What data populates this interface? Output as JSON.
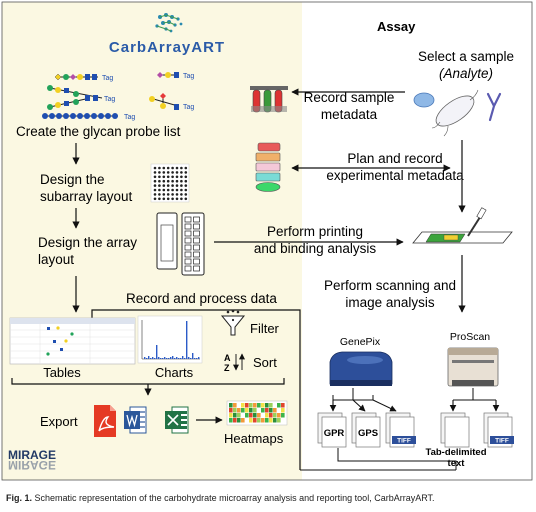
{
  "brand": {
    "name": "CarbArrayART"
  },
  "assay": {
    "header": "Assay"
  },
  "steps": {
    "select_sample_line1": "Select a sample",
    "select_sample_line2": "(Analyte)",
    "record_sample_line1": "Record sample",
    "record_sample_line2": "metadata",
    "plan_record_line1": "Plan and record",
    "plan_record_line2": "experimental metadata",
    "create_list": "Create the glycan probe list",
    "design_subarray_line1": "Design the",
    "design_subarray_line2": "subarray layout",
    "design_array_line1": "Design the array",
    "design_array_line2": "layout",
    "perform_printing_line1": "Perform printing",
    "perform_printing_line2": "and binding analysis",
    "perform_scanning_line1": "Perform scanning and",
    "perform_scanning_line2": "image analysis",
    "record_process": "Record and process data"
  },
  "outputs": {
    "tables": "Tables",
    "charts": "Charts",
    "filter": "Filter",
    "sort": "Sort",
    "export": "Export",
    "heatmaps": "Heatmaps"
  },
  "scanners": {
    "genepix": "GenePix",
    "proscan": "ProScan",
    "gpr": "GPR",
    "gps": "GPS",
    "tiff": "TIFF",
    "tab_delimited_line1": "Tab-delimited",
    "tab_delimited_line2": "text"
  },
  "glycan_tag": "Tag",
  "sort_letters": {
    "a": "A",
    "z": "Z"
  },
  "mirage": "MIRAGE",
  "caption": {
    "label": "Fig. 1.",
    "text": " Schematic representation of the carbohydrate microarray analysis and reporting tool, CarbArrayART."
  },
  "colors": {
    "left_panel_bg": "#fbf8e2",
    "brand": "#2b5ba8",
    "pdf_red": "#e53a24",
    "word_blue": "#2b579a",
    "excel_green": "#217346",
    "genepix_blue": "#2d4f9a"
  }
}
